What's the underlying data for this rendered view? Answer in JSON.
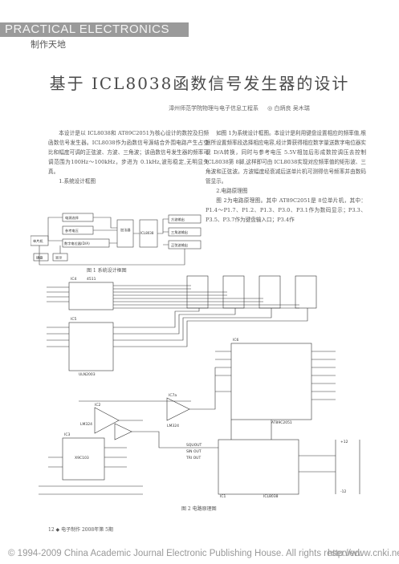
{
  "header": {
    "journal_banner": "PRACTICAL ELECTRONICS",
    "section": "制作天地"
  },
  "article": {
    "title": "基于 ICL8038函数信号发生器的设计",
    "affiliation": "漳州师范学院物理与电子信息工程系",
    "authors": "◎ 白炳良  吴木瑞",
    "left_col": [
      "本设计是以 ICL8038和 AT89C2051为核心设计的数控及扫频函数信号发生器。ICL8038作为函数信号源结合外围电路产生占空比和幅度可调的正弦波、方波、三角波；该函数信号发生器的频率可调范围为100Hz～100kHz，步进为 0.1kHz,波形稳定,无明显失真。",
      "1.系统设计框图"
    ],
    "right_col": [
      "如图 1为系统设计框图。本设计是利用键盘设置相应的频率值,根据所设置频率段选择相应电容,经计算获得相应数字量送数字电位器实现 D/A转换，同时与参考电压 5.5V相加后形成数控调压去控制ICL8038第 8脚,这样即可由 ICL8038实现对应频率值的矩形波、三角波和正弦波。方波幅度经衰减后送单片机可测得信号频率并由数码管显示。",
      "2.电路原理图",
      "图 2为电路原理图。其中 AT89C2051是 8位单片机，其中：P1.4～P1.7、P1.2、P1.3、P3.0、P3.1作为数码显示；P3.3、P3.5、P3.7作为键盘输入口；P3.4作"
    ]
  },
  "figure1": {
    "caption": "图 1  系统设计框图",
    "blocks": [
      "电源选择",
      "参考电压",
      "数字电位器(D/A)",
      "加法器",
      "ICL8038",
      "方波输出",
      "三角波输出",
      "正弦波输出",
      "单片机",
      "键盘",
      "显示"
    ]
  },
  "figure2": {
    "caption": "图 2  电路原理图",
    "labels": [
      "IC4",
      "4511",
      "IC5",
      "ULN2003",
      "IC6",
      "AT89C2051",
      "IC1",
      "ICL8038",
      "IC2",
      "LM324",
      "IC3",
      "X9C103",
      "IC7a",
      "LM324",
      "SQUOUT",
      "SIN OUT",
      "TRI OUT",
      "+12",
      "-12"
    ]
  },
  "footer": {
    "page_info": "12 ◆ 电子制作  2008年第 5期"
  },
  "copyright": {
    "text": "© 1994-2009 China Academic Journal Electronic Publishing House. All rights reserved.",
    "url": "http://www.cnki.net"
  }
}
